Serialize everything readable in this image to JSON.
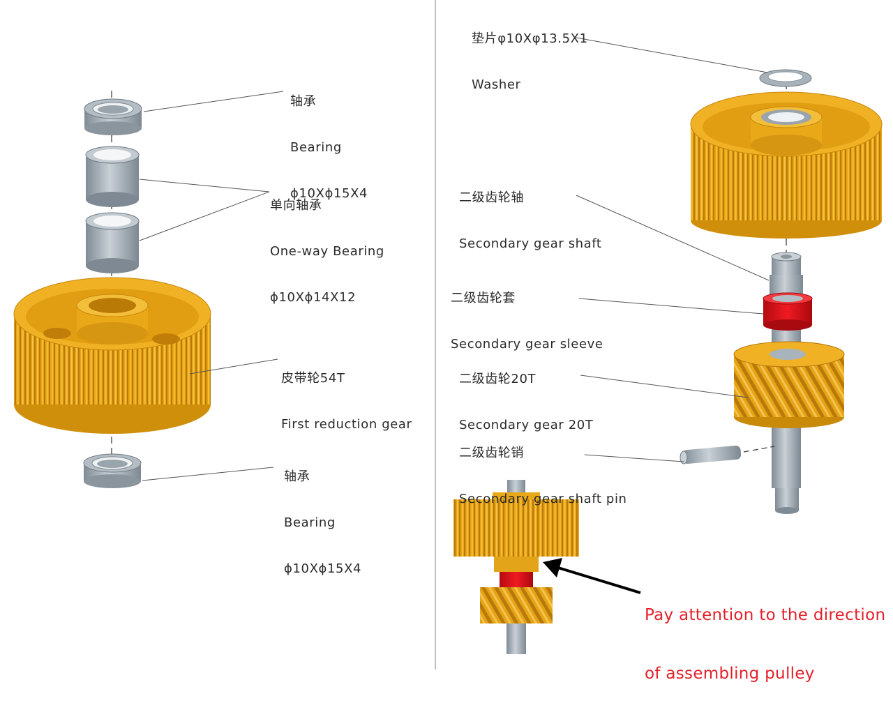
{
  "left_panel": {
    "top_bearing": {
      "cn": "轴承",
      "en": "Bearing",
      "spec": "ϕ10Xϕ15X4"
    },
    "one_way_bearing": {
      "cn": "单向轴承",
      "en": "One-way Bearing",
      "spec": "ϕ10Xϕ14X12"
    },
    "first_gear": {
      "cn": "皮带轮54T",
      "en": "First reduction gear"
    },
    "bottom_bearing": {
      "cn": "轴承",
      "en": "Bearing",
      "spec": "ϕ10Xϕ15X4"
    }
  },
  "right_panel": {
    "washer": {
      "cn": "垫片φ10Xφ13.5X1",
      "en": "Washer"
    },
    "secondary_shaft": {
      "cn": "二级齿轮轴",
      "en": "Secondary gear shaft"
    },
    "secondary_sleeve": {
      "cn": "二级齿轮套",
      "en": "Secondary gear sleeve"
    },
    "secondary_gear": {
      "cn": "二级齿轮20T",
      "en": "Secondary gear 20T"
    },
    "shaft_pin": {
      "cn": "二级齿轮销",
      "en": "Secondary gear shaft pin"
    }
  },
  "note": {
    "line1": "Pay attention to the direction",
    "line2": "of assembling pulley"
  },
  "colors": {
    "gear_gold": "#e8a512",
    "metal_gray": "#a9b3bb",
    "sleeve_red": "#e0141c",
    "note_red": "#e3202a",
    "leader_line": "#555555"
  }
}
